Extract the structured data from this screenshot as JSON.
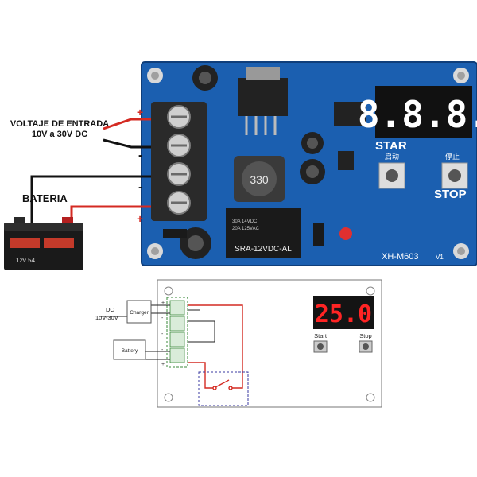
{
  "photo": {
    "input_label_line1": "VOLTAJE DE ENTRADA",
    "input_label_line2": "10V a 30V DC",
    "battery_label": "BATERIA",
    "battery_brand": "12v 54",
    "pcb": {
      "model": "XH-M603",
      "version": "V1",
      "relay_text": "SRA-12VDC-AL",
      "relay_rating1": "30A 14VDC",
      "relay_rating2": "20A 125VAC",
      "inductor_text": "330",
      "display_digits": "8.8.8.",
      "start_label": "STAR",
      "start_cn": "启动",
      "stop_label": "STOP",
      "stop_cn": "停止",
      "terminal_plus_top": "+",
      "terminal_minus_top": "-",
      "terminal_minus_bottom": "-",
      "terminal_plus_bottom": "+"
    }
  },
  "schematic": {
    "dc_label": "DC",
    "dc_range": "10V-30V",
    "charger_label": "Charger",
    "battery_label": "Battery",
    "display_value": "25.0",
    "start_label": "Start",
    "stop_label": "Stop"
  },
  "colors": {
    "pcb_blue": "#1e64b4",
    "wire_red": "#d42a22",
    "display_red": "#ff2424"
  }
}
